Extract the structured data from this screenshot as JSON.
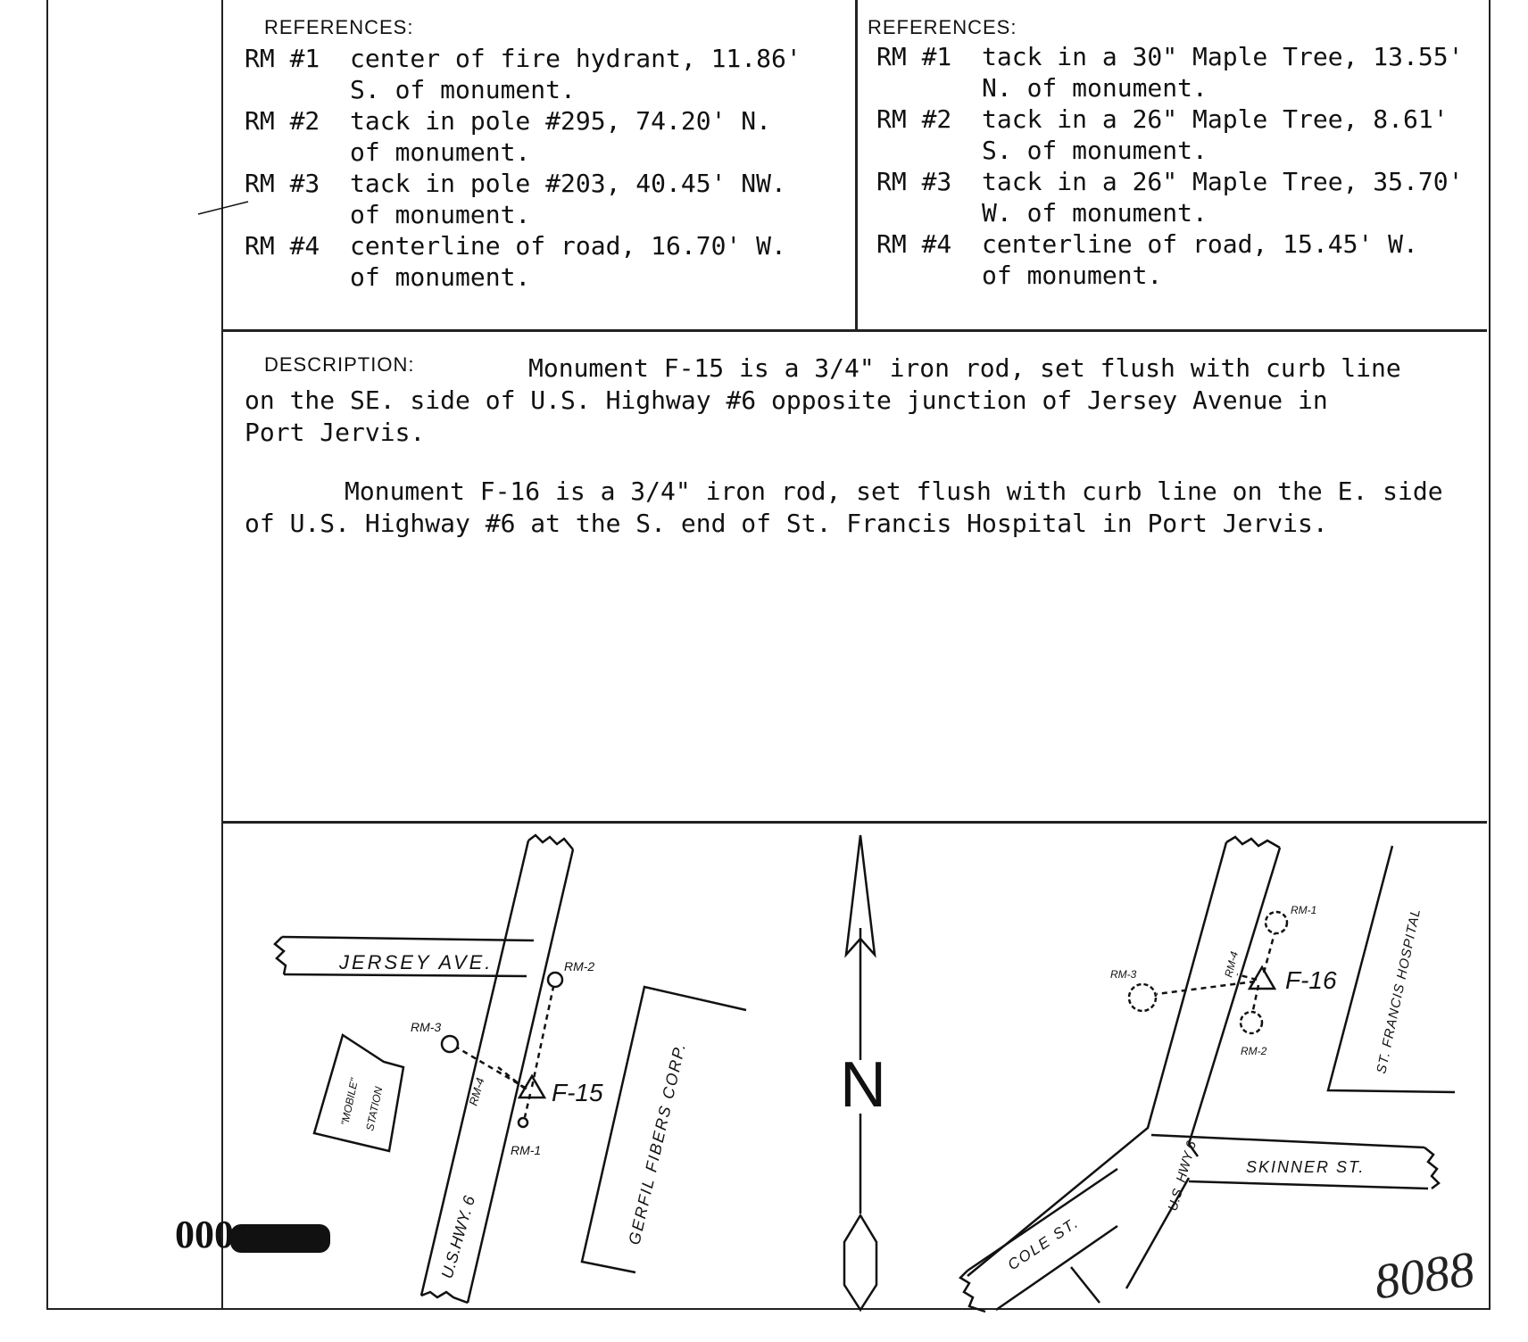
{
  "left_refs": {
    "header": "REFERENCES:",
    "items": [
      {
        "key": "RM #1",
        "text": "center of fire hydrant, 11.86'",
        "cont": "S. of monument."
      },
      {
        "key": "RM #2",
        "text": "tack in pole #295, 74.20' N.",
        "cont": "of monument."
      },
      {
        "key": "RM #3",
        "text": "tack in pole #203, 40.45' NW.",
        "cont": "of monument."
      },
      {
        "key": "RM #4",
        "text": "centerline of road, 16.70' W.",
        "cont": "of monument."
      }
    ]
  },
  "right_refs": {
    "header": "REFERENCES:",
    "items": [
      {
        "key": "RM #1",
        "text": "tack in a 30\" Maple Tree, 13.55'",
        "cont": "N. of monument."
      },
      {
        "key": "RM #2",
        "text": "tack in a 26\" Maple Tree, 8.61'",
        "cont": "S. of monument."
      },
      {
        "key": "RM #3",
        "text": "tack in a 26\" Maple Tree, 35.70'",
        "cont": "W. of monument."
      },
      {
        "key": "RM #4",
        "text": "centerline of road, 15.45' W.",
        "cont": "of monument."
      }
    ]
  },
  "description": {
    "header": "DESCRIPTION:",
    "p1_line1": "Monument F-15 is a 3/4\" iron rod, set flush with curb line",
    "p1_line2": "on the SE. side of U.S. Highway #6 opposite junction of Jersey Avenue in",
    "p1_line3": "Port Jervis.",
    "p2_line1": "Monument F-16 is a 3/4\" iron rod, set flush with curb line on the E. side",
    "p2_line2": "of U.S. Highway #6 at the S. end of St. Francis Hospital in Port Jervis."
  },
  "map_left": {
    "jersey": "JERSEY AVE.",
    "hwy": "U.S.HWY. 6",
    "gerfil": "GERFIL FIBERS CORP.",
    "mobile": "\"MOBILE\"",
    "station": "STATION",
    "monument": "F-15",
    "rm1": "RM-1",
    "rm2": "RM-2",
    "rm3": "RM-3",
    "rm4": "RM-4"
  },
  "north_label": "N",
  "map_right": {
    "hospital": "ST. FRANCIS HOSPITAL",
    "hwy": "U.S. HWY 6",
    "skinner": "SKINNER ST.",
    "cole": "COLE ST.",
    "monument": "F-16",
    "rm1": "RM-1",
    "rm2": "RM-2",
    "rm3": "RM-3",
    "rm4": "RM-4"
  },
  "stamp_number": "000",
  "handwritten_number": "8088"
}
